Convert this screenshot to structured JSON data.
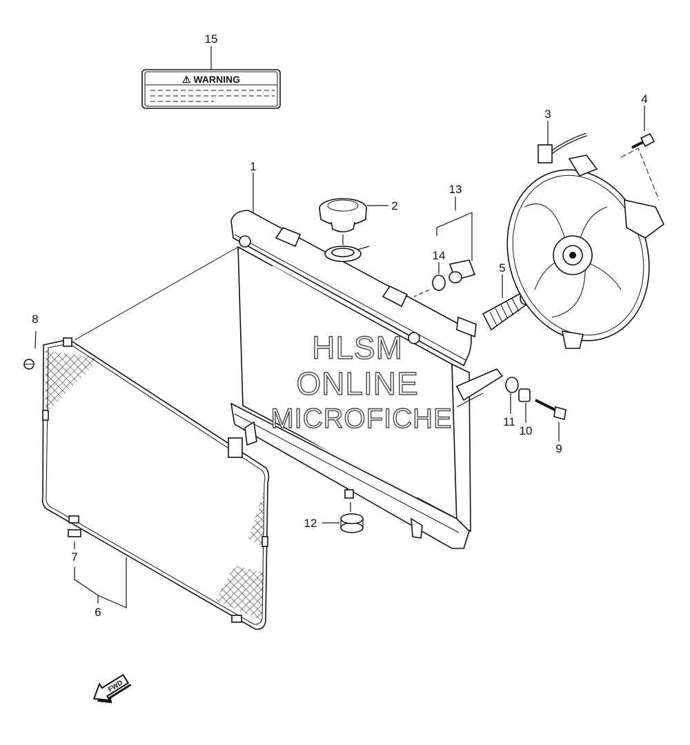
{
  "label_15": {
    "title": "⚠ WARNING"
  },
  "callouts": {
    "c1": "1",
    "c2": "2",
    "c3": "3",
    "c4": "4",
    "c5": "5",
    "c6": "6",
    "c7": "7",
    "c8": "8",
    "c9": "9",
    "c10": "10",
    "c11": "11",
    "c12": "12",
    "c13": "13",
    "c14": "14",
    "c15": "15"
  },
  "watermark": {
    "line1": "HLSM",
    "line2": "ONLINE",
    "line3": "MICROFICHE"
  },
  "fwd_arrow": {
    "label": "FWD"
  }
}
